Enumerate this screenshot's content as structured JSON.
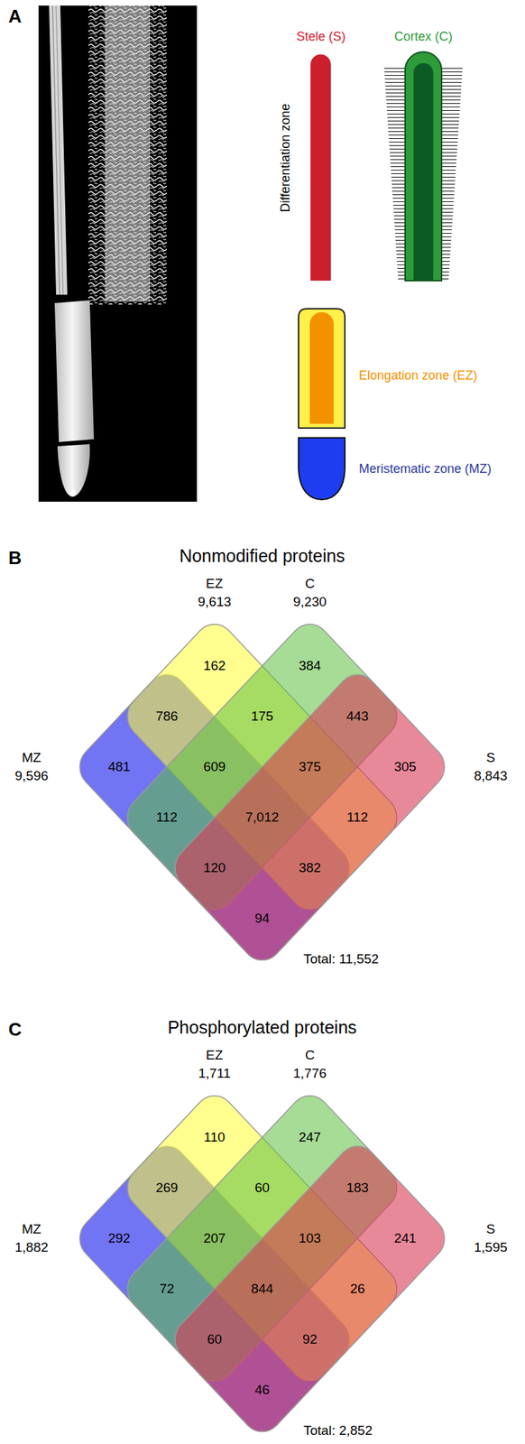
{
  "diagram": {
    "labels": [
      "A",
      "Stele (S)",
      "Cortex (C)",
      "Differentiation zone",
      "Elongation zone (EZ)",
      "Meristematic zone (MZ)",
      "B",
      "Nonmodified proteins",
      "EZ",
      "9,613",
      "C",
      "9,230",
      "MZ",
      "9,596",
      "S",
      "8,843",
      "162",
      "384",
      "786",
      "175",
      "443",
      "481",
      "609",
      "375",
      "305",
      "112",
      "7,012",
      "112",
      "120",
      "382",
      "94",
      "Total: 11,552",
      "C",
      "Phosphorylated proteins",
      "EZ",
      "1,711",
      "C",
      "1,776",
      "MZ",
      "1,882",
      "S",
      "1,595",
      "110",
      "247",
      "269",
      "60",
      "183",
      "292",
      "207",
      "103",
      "241",
      "72",
      "844",
      "26",
      "60",
      "92",
      "46",
      "Total: 2,852"
    ]
  }
}
